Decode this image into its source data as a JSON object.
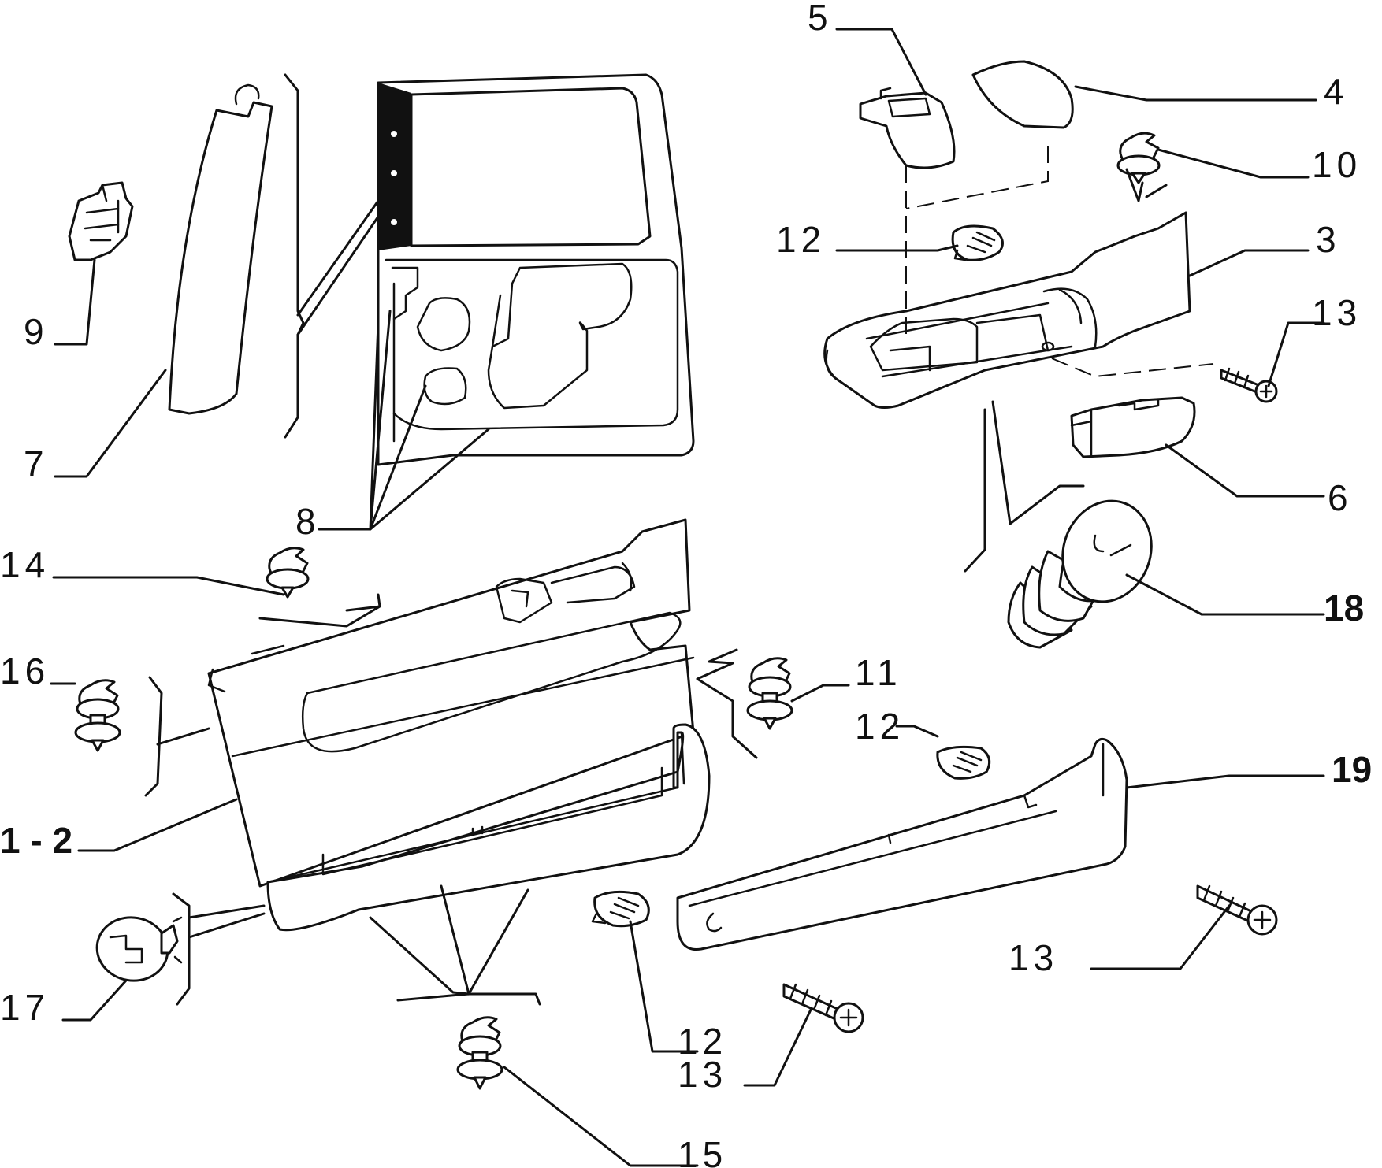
{
  "labels": {
    "l5": "5",
    "l4": "4",
    "l10": "10",
    "l12a": "12",
    "l3": "3",
    "l13a": "13",
    "l6": "6",
    "l18": "18",
    "l11": "11",
    "l12b": "12",
    "l19": "19",
    "l13b": "13",
    "l13c": "13",
    "l12c": "12",
    "l15": "15",
    "l9": "9",
    "l7": "7",
    "l8": "8",
    "l14": "14",
    "l16": "16",
    "l1_2": "1 - 2",
    "l17": "17"
  }
}
